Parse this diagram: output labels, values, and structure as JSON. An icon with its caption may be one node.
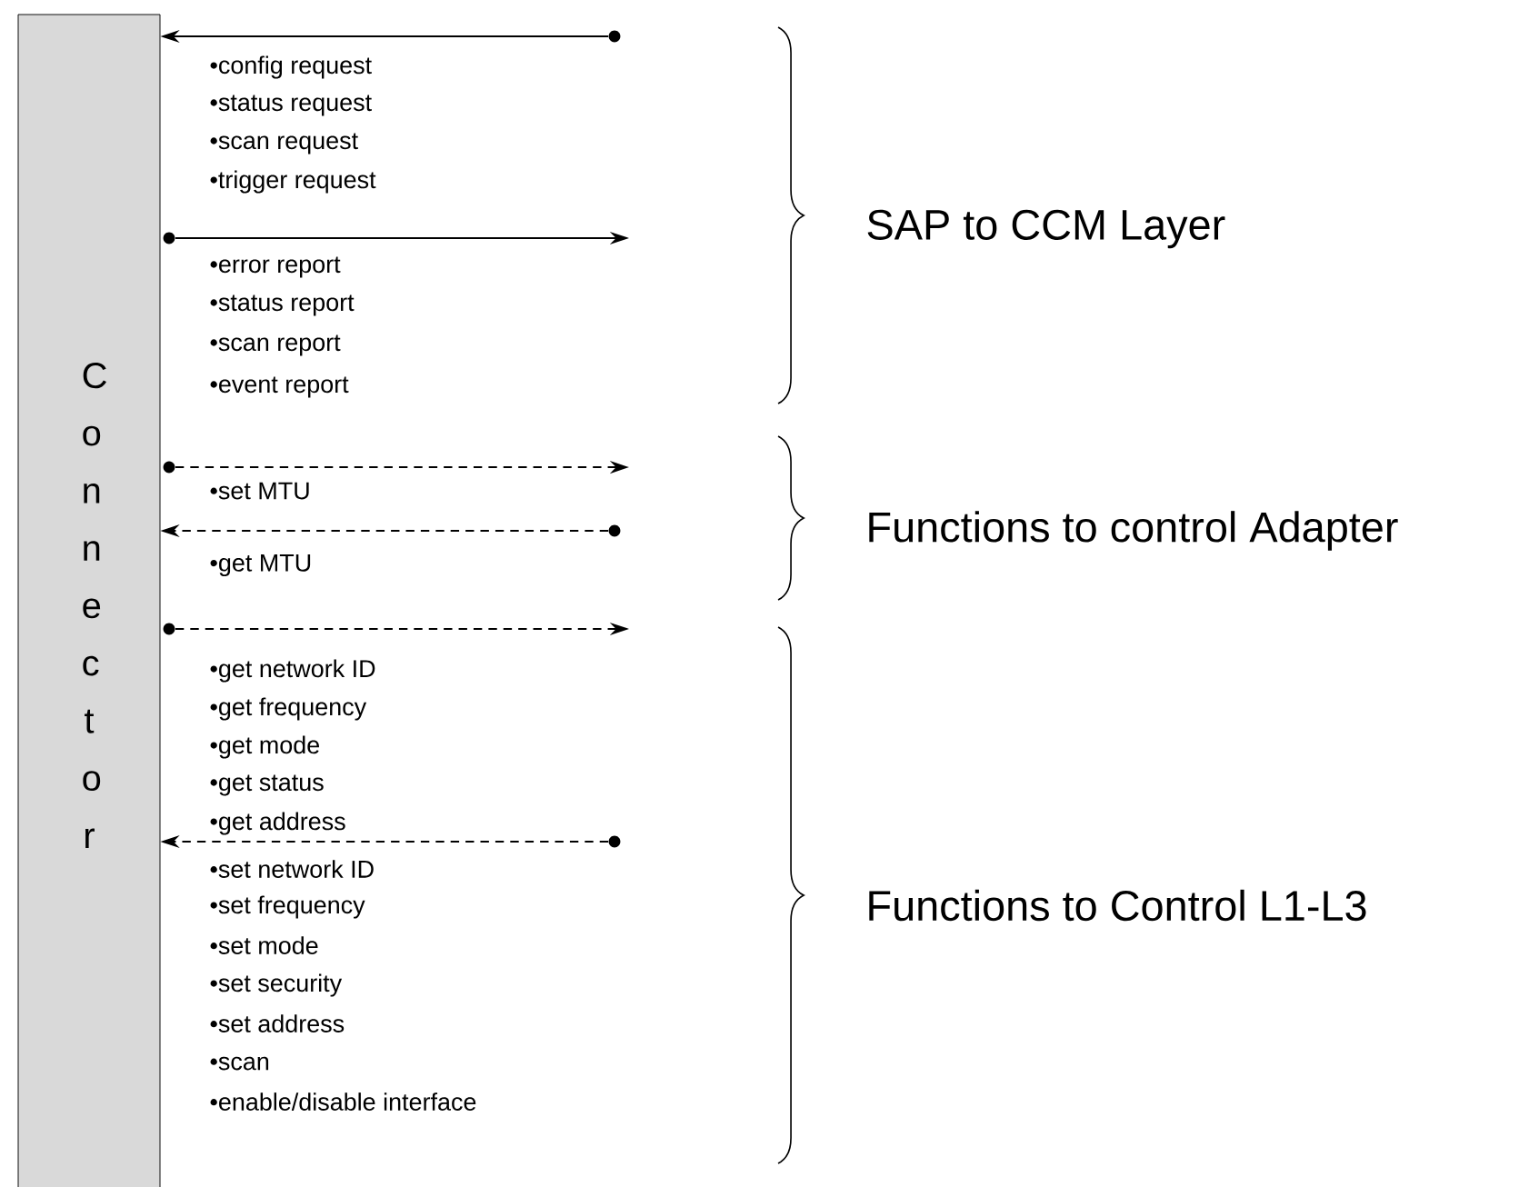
{
  "diagram": {
    "nodes": [
      {
        "text": [
          "Connector"
        ]
      },
      {
        "text": [],
        "shape": "circle"
      },
      {
        "text": [],
        "shape": "circle"
      },
      {
        "text": [],
        "shape": "circle"
      },
      {
        "text": [],
        "shape": "circle"
      },
      {
        "text": [],
        "shape": "circle"
      },
      {
        "text": [],
        "shape": "circle"
      }
    ],
    "edges": [
      {
        "from": 1,
        "to": 0,
        "arrow": "to"
      },
      {
        "from": 2,
        "to": null,
        "arrow": "to"
      },
      {
        "from": 3,
        "to": null,
        "arrow": "to",
        "style": "dashed"
      },
      {
        "from": 4,
        "to": 0,
        "arrow": "to",
        "style": "dashed"
      },
      {
        "from": 5,
        "to": null,
        "arrow": "to",
        "style": "dashed"
      },
      {
        "from": 6,
        "to": 0,
        "arrow": "to",
        "style": "dashed"
      }
    ],
    "labels": [
      "•config request",
      "•status request",
      "•scan request",
      "•trigger request",
      "•error report",
      "•status report",
      "•scan report",
      "•event report",
      "SAP to CCM Layer",
      "•set MTU",
      "•get MTU",
      "Functions to control Adapter",
      "•get network ID",
      "•get frequency",
      "•get mode",
      "•get status",
      "•get address",
      "•set network ID",
      "•set frequency",
      "•set mode",
      "•set security",
      "•set address",
      "•scan",
      "•enable/disable interface",
      "Functions to Control L1-L3"
    ]
  }
}
